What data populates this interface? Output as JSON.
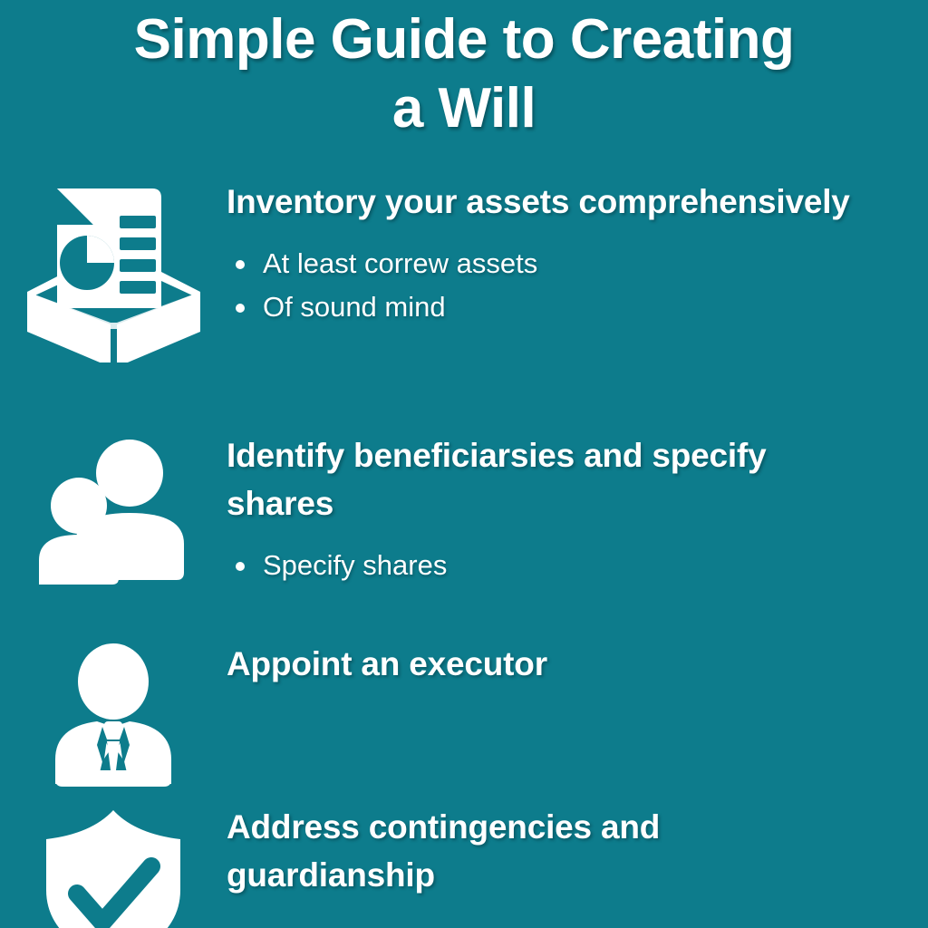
{
  "theme": {
    "background": "#0d7c8c",
    "foreground": "#ffffff",
    "icon_fill": "#ffffff",
    "icon_detail": "#0d7c8c"
  },
  "header": {
    "title_line_1": "Simple Guide to Creating",
    "title_line_2": "a Will"
  },
  "steps": [
    {
      "icon": "document-chart-box-icon",
      "heading": "Inventory your assets comprehensively",
      "bullets": [
        "At least correw assets",
        "Of sound mind"
      ]
    },
    {
      "icon": "two-people-icon",
      "heading": "Identify beneficiarsies and specify shares",
      "bullets": [
        "Specify shares"
      ]
    },
    {
      "icon": "person-in-suit-icon",
      "heading": "Appoint an executor",
      "bullets": []
    },
    {
      "icon": "shield-check-icon",
      "heading": "Address contingencies and guardianship",
      "bullets": []
    }
  ]
}
